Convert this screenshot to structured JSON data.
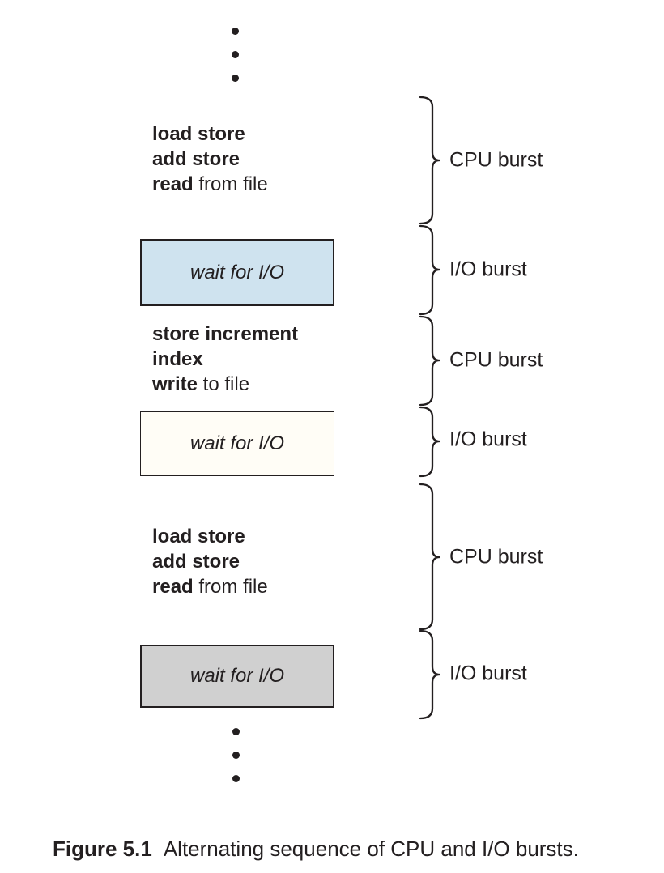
{
  "figure": {
    "caption_label": "Figure 5.1",
    "caption_text": "Alternating sequence of CPU and I/O bursts."
  },
  "colors": {
    "ink": "#231f20",
    "io_box_fills": {
      "first": "#cfe3ef",
      "second": "#fffdf6",
      "third": "#d0d0d0"
    }
  },
  "sequence": {
    "code_blocks": [
      {
        "lines": [
          {
            "bold": "load store",
            "regular": ""
          },
          {
            "bold": "add store",
            "regular": ""
          },
          {
            "bold": "read",
            "regular": " from file"
          }
        ]
      },
      {
        "lines": [
          {
            "bold": "store increment",
            "regular": ""
          },
          {
            "bold": "index",
            "regular": ""
          },
          {
            "bold": "write",
            "regular": " to file"
          }
        ]
      },
      {
        "lines": [
          {
            "bold": "load store",
            "regular": ""
          },
          {
            "bold": "add store",
            "regular": ""
          },
          {
            "bold": "read",
            "regular": " from file"
          }
        ]
      }
    ],
    "io_boxes": [
      {
        "label": "wait for I/O"
      },
      {
        "label": "wait for I/O"
      },
      {
        "label": "wait for I/O"
      }
    ],
    "brace_labels": [
      {
        "label": "CPU burst"
      },
      {
        "label": "I/O burst"
      },
      {
        "label": "CPU burst"
      },
      {
        "label": "I/O burst"
      },
      {
        "label": "CPU burst"
      },
      {
        "label": "I/O burst"
      }
    ]
  }
}
